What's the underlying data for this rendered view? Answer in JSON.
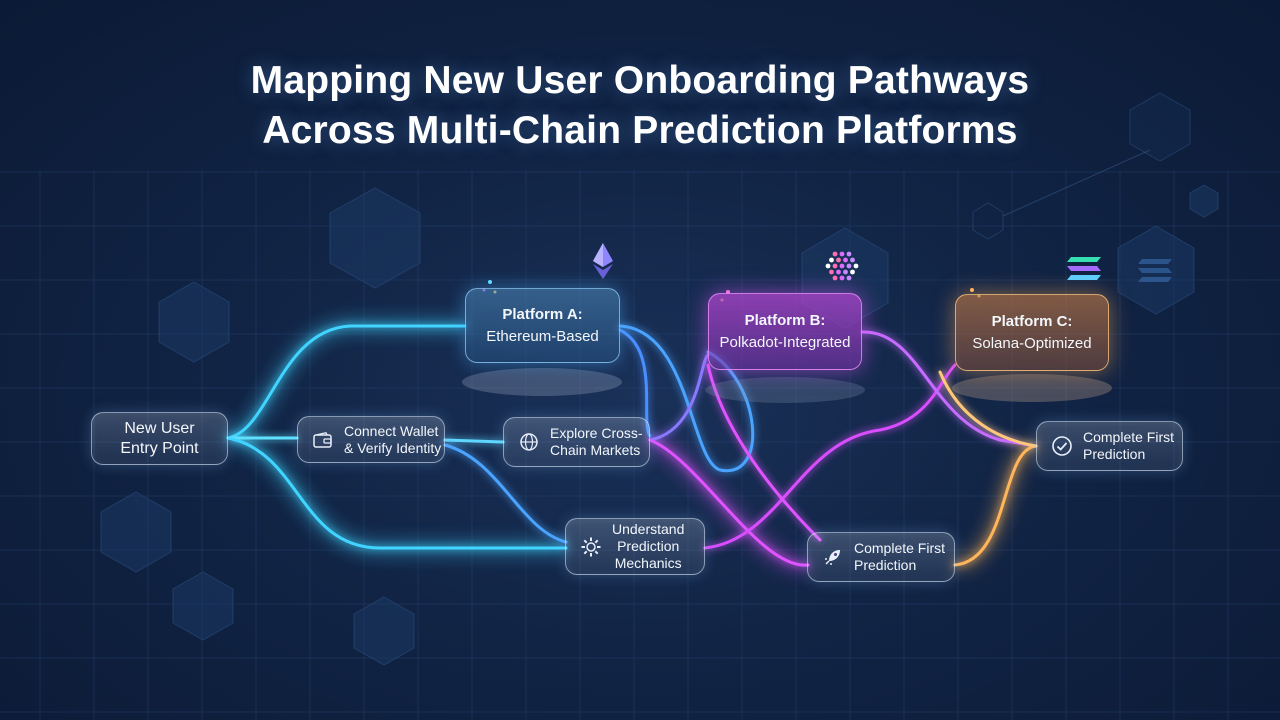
{
  "title": {
    "line1": "Mapping New User Onboarding Pathways",
    "line2": "Across Multi-Chain Prediction Platforms"
  },
  "colors": {
    "background": "#112445",
    "path_cyan": "#3fd4ff",
    "path_blue": "#4aa3ff",
    "path_magenta": "#e052ff",
    "path_orange": "#ffb55a",
    "node_border": "#dce9ff"
  },
  "nodes": {
    "entry": {
      "line1": "New User",
      "line2": "Entry Point"
    },
    "connect_wallet": {
      "line1": "Connect Wallet",
      "line2": "& Verify Identity",
      "icon": "wallet-icon"
    },
    "explore_markets": {
      "line1": "Explore Cross-",
      "line2": "Chain Markets",
      "icon": "globe-icon"
    },
    "understand_mechanics": {
      "line1": "Understand",
      "line2": "Prediction",
      "line3": "Mechanics",
      "icon": "gear-icon"
    },
    "platform_a": {
      "line1": "Platform A:",
      "line2": "Ethereum-Based",
      "icon": "ethereum-icon"
    },
    "platform_b": {
      "line1": "Platform B:",
      "line2": "Polkadot-Integrated",
      "icon": "polkadot-icon"
    },
    "platform_c": {
      "line1": "Platform C:",
      "line2": "Solana-Optimized",
      "icon": "solana-icon"
    },
    "complete_first_b": {
      "line1": "Complete First",
      "line2": "Prediction",
      "icon": "rocket-icon"
    },
    "complete_first_c": {
      "line1": "Complete First",
      "line2": "Prediction",
      "icon": "check-circle-icon"
    }
  }
}
